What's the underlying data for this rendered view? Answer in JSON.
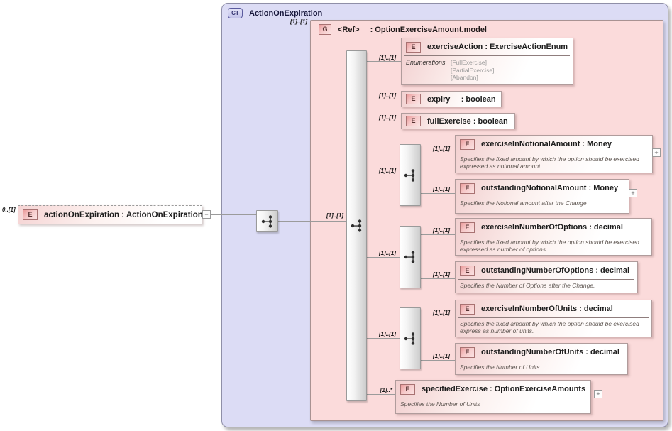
{
  "root_element": {
    "cardinality": "0..[1]",
    "badge": "E",
    "label": "actionOnExpiration : ActionOnExpiration",
    "collapse_glyph": "−"
  },
  "complex_type": {
    "badge": "CT",
    "title": "ActionOnExpiration"
  },
  "group_ref": {
    "cardinality": "[1]..[1]",
    "badge": "G",
    "name": "<Ref>",
    "type_suffix": ": OptionExerciseAmount.model"
  },
  "sequence": {
    "root_cardinality": "[1]..[1]"
  },
  "elements": {
    "exerciseAction": {
      "cardinality": "[1]..[1]",
      "badge": "E",
      "label": "exerciseAction : ExerciseActionEnum",
      "enum_label": "Enumerations",
      "enums": [
        "[FullExercise]",
        "[PartialExercise]",
        "[Abandon]"
      ]
    },
    "expiry": {
      "cardinality": "[1]..[1]",
      "badge": "E",
      "label": "expiry     : boolean"
    },
    "fullExercise": {
      "cardinality": "[1]..[1]",
      "badge": "E",
      "label": "fullExercise : boolean"
    },
    "notionalGroup": {
      "cardinality": "[1]..[1]"
    },
    "exerciseInNotionalAmount": {
      "cardinality": "[1]..[1]",
      "badge": "E",
      "label": "exerciseInNotionalAmount : Money",
      "annotation": "Specifies the fixed amount by which the option should be exercised expressed as notional amount.",
      "expand_glyph": "+"
    },
    "outstandingNotionalAmount": {
      "cardinality": "[1]..[1]",
      "badge": "E",
      "label": "outstandingNotionalAmount : Money",
      "annotation": "Specifies the Notional amount after the Change",
      "expand_glyph": "+"
    },
    "optionsGroup": {
      "cardinality": "[1]..[1]"
    },
    "exerciseInNumberOfOptions": {
      "cardinality": "[1]..[1]",
      "badge": "E",
      "label": "exerciseInNumberOfOptions : decimal",
      "annotation": "Specifies the fixed amount by which the option should be exercised expressed as number of options."
    },
    "outstandingNumberOfOptions": {
      "cardinality": "[1]..[1]",
      "badge": "E",
      "label": "outstandingNumberOfOptions : decimal",
      "annotation": "Specifies the Number of Options after the Change."
    },
    "unitsGroup": {
      "cardinality": "[1]..[1]"
    },
    "exerciseInNumberOfUnits": {
      "cardinality": "[1]..[1]",
      "badge": "E",
      "label": "exerciseInNumberOfUnits : decimal",
      "annotation": "Specifies the fixed amount by which the option should be exercised express as number of units."
    },
    "outstandingNumberOfUnits": {
      "cardinality": "[1]..[1]",
      "badge": "E",
      "label": "outstandingNumberOfUnits : decimal",
      "annotation": "Specifies the Number of Units"
    },
    "specifiedExercise": {
      "cardinality": "[1]..*",
      "badge": "E",
      "label": "specifiedExercise : OptionExerciseAmounts",
      "annotation": "Specifies the Number of Units",
      "expand_glyph": "+"
    }
  },
  "colors": {
    "complex_type_fill": "#dcdcf5",
    "group_fill": "#fbdbdb",
    "badge_pink": "#ea9a9a",
    "connector": "#9b9b9b"
  }
}
